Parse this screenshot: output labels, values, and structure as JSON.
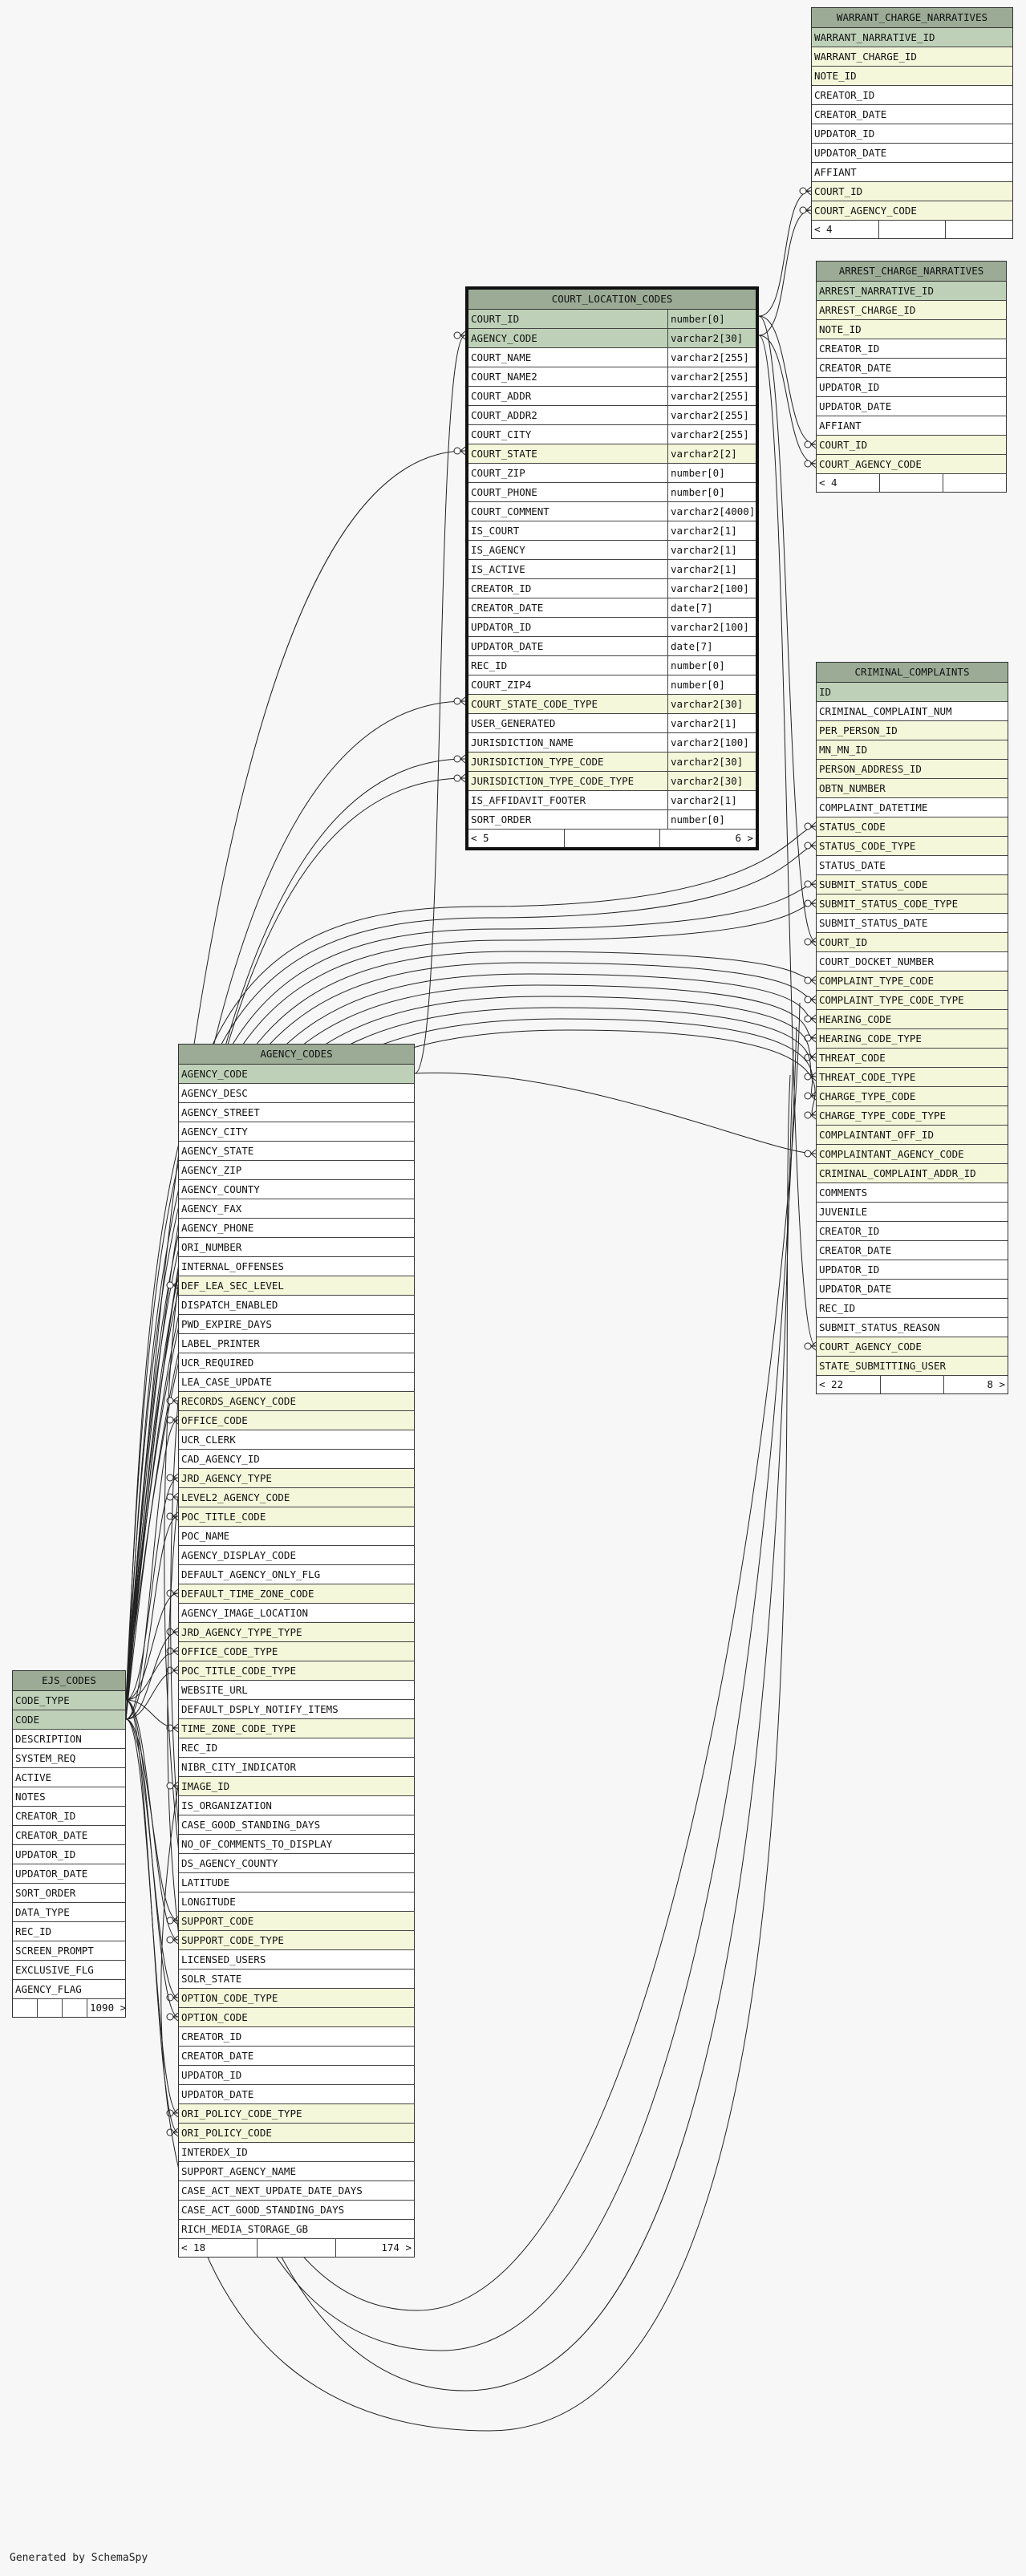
{
  "tables": {
    "warrant": {
      "name": "WARRANT_CHARGE_NARRATIVES",
      "columns": [
        {
          "name": "WARRANT_NARRATIVE_ID",
          "kind": "pk"
        },
        {
          "name": "WARRANT_CHARGE_ID",
          "kind": "fk"
        },
        {
          "name": "NOTE_ID",
          "kind": "fk"
        },
        {
          "name": "CREATOR_ID",
          "kind": ""
        },
        {
          "name": "CREATOR_DATE",
          "kind": ""
        },
        {
          "name": "UPDATOR_ID",
          "kind": ""
        },
        {
          "name": "UPDATOR_DATE",
          "kind": ""
        },
        {
          "name": "AFFIANT",
          "kind": ""
        },
        {
          "name": "COURT_ID",
          "kind": "fk"
        },
        {
          "name": "COURT_AGENCY_CODE",
          "kind": "fk"
        }
      ],
      "footer": [
        "< 4",
        "",
        ""
      ]
    },
    "arrest": {
      "name": "ARREST_CHARGE_NARRATIVES",
      "columns": [
        {
          "name": "ARREST_NARRATIVE_ID",
          "kind": "pk"
        },
        {
          "name": "ARREST_CHARGE_ID",
          "kind": "fk"
        },
        {
          "name": "NOTE_ID",
          "kind": "fk"
        },
        {
          "name": "CREATOR_ID",
          "kind": ""
        },
        {
          "name": "CREATOR_DATE",
          "kind": ""
        },
        {
          "name": "UPDATOR_ID",
          "kind": ""
        },
        {
          "name": "UPDATOR_DATE",
          "kind": ""
        },
        {
          "name": "AFFIANT",
          "kind": ""
        },
        {
          "name": "COURT_ID",
          "kind": "fk"
        },
        {
          "name": "COURT_AGENCY_CODE",
          "kind": "fk"
        }
      ],
      "footer": [
        "< 4",
        "",
        ""
      ]
    },
    "court": {
      "name": "COURT_LOCATION_CODES",
      "columns": [
        {
          "name": "COURT_ID",
          "type": "number[0]",
          "kind": "pk"
        },
        {
          "name": "AGENCY_CODE",
          "type": "varchar2[30]",
          "kind": "pk"
        },
        {
          "name": "COURT_NAME",
          "type": "varchar2[255]",
          "kind": ""
        },
        {
          "name": "COURT_NAME2",
          "type": "varchar2[255]",
          "kind": ""
        },
        {
          "name": "COURT_ADDR",
          "type": "varchar2[255]",
          "kind": ""
        },
        {
          "name": "COURT_ADDR2",
          "type": "varchar2[255]",
          "kind": ""
        },
        {
          "name": "COURT_CITY",
          "type": "varchar2[255]",
          "kind": ""
        },
        {
          "name": "COURT_STATE",
          "type": "varchar2[2]",
          "kind": "fk"
        },
        {
          "name": "COURT_ZIP",
          "type": "number[0]",
          "kind": ""
        },
        {
          "name": "COURT_PHONE",
          "type": "number[0]",
          "kind": ""
        },
        {
          "name": "COURT_COMMENT",
          "type": "varchar2[4000]",
          "kind": ""
        },
        {
          "name": "IS_COURT",
          "type": "varchar2[1]",
          "kind": ""
        },
        {
          "name": "IS_AGENCY",
          "type": "varchar2[1]",
          "kind": ""
        },
        {
          "name": "IS_ACTIVE",
          "type": "varchar2[1]",
          "kind": ""
        },
        {
          "name": "CREATOR_ID",
          "type": "varchar2[100]",
          "kind": ""
        },
        {
          "name": "CREATOR_DATE",
          "type": "date[7]",
          "kind": ""
        },
        {
          "name": "UPDATOR_ID",
          "type": "varchar2[100]",
          "kind": ""
        },
        {
          "name": "UPDATOR_DATE",
          "type": "date[7]",
          "kind": ""
        },
        {
          "name": "REC_ID",
          "type": "number[0]",
          "kind": ""
        },
        {
          "name": "COURT_ZIP4",
          "type": "number[0]",
          "kind": ""
        },
        {
          "name": "COURT_STATE_CODE_TYPE",
          "type": "varchar2[30]",
          "kind": "fk"
        },
        {
          "name": "USER_GENERATED",
          "type": "varchar2[1]",
          "kind": ""
        },
        {
          "name": "JURISDICTION_NAME",
          "type": "varchar2[100]",
          "kind": ""
        },
        {
          "name": "JURISDICTION_TYPE_CODE",
          "type": "varchar2[30]",
          "kind": "fk"
        },
        {
          "name": "JURISDICTION_TYPE_CODE_TYPE",
          "type": "varchar2[30]",
          "kind": "fk"
        },
        {
          "name": "IS_AFFIDAVIT_FOOTER",
          "type": "varchar2[1]",
          "kind": ""
        },
        {
          "name": "SORT_ORDER",
          "type": "number[0]",
          "kind": ""
        }
      ],
      "footer": [
        "< 5",
        "",
        "6 >"
      ]
    },
    "criminal": {
      "name": "CRIMINAL_COMPLAINTS",
      "columns": [
        {
          "name": "ID",
          "kind": "pk"
        },
        {
          "name": "CRIMINAL_COMPLAINT_NUM",
          "kind": ""
        },
        {
          "name": "PER_PERSON_ID",
          "kind": "fk"
        },
        {
          "name": "MN_MN_ID",
          "kind": "fk"
        },
        {
          "name": "PERSON_ADDRESS_ID",
          "kind": "fk"
        },
        {
          "name": "OBTN_NUMBER",
          "kind": "fk"
        },
        {
          "name": "COMPLAINT_DATETIME",
          "kind": ""
        },
        {
          "name": "STATUS_CODE",
          "kind": "fk"
        },
        {
          "name": "STATUS_CODE_TYPE",
          "kind": "fk"
        },
        {
          "name": "STATUS_DATE",
          "kind": ""
        },
        {
          "name": "SUBMIT_STATUS_CODE",
          "kind": "fk"
        },
        {
          "name": "SUBMIT_STATUS_CODE_TYPE",
          "kind": "fk"
        },
        {
          "name": "SUBMIT_STATUS_DATE",
          "kind": ""
        },
        {
          "name": "COURT_ID",
          "kind": "fk"
        },
        {
          "name": "COURT_DOCKET_NUMBER",
          "kind": ""
        },
        {
          "name": "COMPLAINT_TYPE_CODE",
          "kind": "fk"
        },
        {
          "name": "COMPLAINT_TYPE_CODE_TYPE",
          "kind": "fk"
        },
        {
          "name": "HEARING_CODE",
          "kind": "fk"
        },
        {
          "name": "HEARING_CODE_TYPE",
          "kind": "fk"
        },
        {
          "name": "THREAT_CODE",
          "kind": "fk"
        },
        {
          "name": "THREAT_CODE_TYPE",
          "kind": "fk"
        },
        {
          "name": "CHARGE_TYPE_CODE",
          "kind": "fk"
        },
        {
          "name": "CHARGE_TYPE_CODE_TYPE",
          "kind": "fk"
        },
        {
          "name": "COMPLAINTANT_OFF_ID",
          "kind": "fk"
        },
        {
          "name": "COMPLAINTANT_AGENCY_CODE",
          "kind": "fk"
        },
        {
          "name": "CRIMINAL_COMPLAINT_ADDR_ID",
          "kind": "fk"
        },
        {
          "name": "COMMENTS",
          "kind": ""
        },
        {
          "name": "JUVENILE",
          "kind": ""
        },
        {
          "name": "CREATOR_ID",
          "kind": ""
        },
        {
          "name": "CREATOR_DATE",
          "kind": ""
        },
        {
          "name": "UPDATOR_ID",
          "kind": ""
        },
        {
          "name": "UPDATOR_DATE",
          "kind": ""
        },
        {
          "name": "REC_ID",
          "kind": ""
        },
        {
          "name": "SUBMIT_STATUS_REASON",
          "kind": ""
        },
        {
          "name": "COURT_AGENCY_CODE",
          "kind": "fk"
        },
        {
          "name": "STATE_SUBMITTING_USER",
          "kind": "fk"
        }
      ],
      "footer": [
        "< 22",
        "",
        "8 >"
      ]
    },
    "agency": {
      "name": "AGENCY_CODES",
      "columns": [
        {
          "name": "AGENCY_CODE",
          "kind": "pk"
        },
        {
          "name": "AGENCY_DESC",
          "kind": ""
        },
        {
          "name": "AGENCY_STREET",
          "kind": ""
        },
        {
          "name": "AGENCY_CITY",
          "kind": ""
        },
        {
          "name": "AGENCY_STATE",
          "kind": ""
        },
        {
          "name": "AGENCY_ZIP",
          "kind": ""
        },
        {
          "name": "AGENCY_COUNTY",
          "kind": ""
        },
        {
          "name": "AGENCY_FAX",
          "kind": ""
        },
        {
          "name": "AGENCY_PHONE",
          "kind": ""
        },
        {
          "name": "ORI_NUMBER",
          "kind": ""
        },
        {
          "name": "INTERNAL_OFFENSES",
          "kind": ""
        },
        {
          "name": "DEF_LEA_SEC_LEVEL",
          "kind": "fk"
        },
        {
          "name": "DISPATCH_ENABLED",
          "kind": ""
        },
        {
          "name": "PWD_EXPIRE_DAYS",
          "kind": ""
        },
        {
          "name": "LABEL_PRINTER",
          "kind": ""
        },
        {
          "name": "UCR_REQUIRED",
          "kind": ""
        },
        {
          "name": "LEA_CASE_UPDATE",
          "kind": ""
        },
        {
          "name": "RECORDS_AGENCY_CODE",
          "kind": "fk"
        },
        {
          "name": "OFFICE_CODE",
          "kind": "fk"
        },
        {
          "name": "UCR_CLERK",
          "kind": ""
        },
        {
          "name": "CAD_AGENCY_ID",
          "kind": ""
        },
        {
          "name": "JRD_AGENCY_TYPE",
          "kind": "fk"
        },
        {
          "name": "LEVEL2_AGENCY_CODE",
          "kind": "fk"
        },
        {
          "name": "POC_TITLE_CODE",
          "kind": "fk"
        },
        {
          "name": "POC_NAME",
          "kind": ""
        },
        {
          "name": "AGENCY_DISPLAY_CODE",
          "kind": ""
        },
        {
          "name": "DEFAULT_AGENCY_ONLY_FLG",
          "kind": ""
        },
        {
          "name": "DEFAULT_TIME_ZONE_CODE",
          "kind": "fk"
        },
        {
          "name": "AGENCY_IMAGE_LOCATION",
          "kind": ""
        },
        {
          "name": "JRD_AGENCY_TYPE_TYPE",
          "kind": "fk"
        },
        {
          "name": "OFFICE_CODE_TYPE",
          "kind": "fk"
        },
        {
          "name": "POC_TITLE_CODE_TYPE",
          "kind": "fk"
        },
        {
          "name": "WEBSITE_URL",
          "kind": ""
        },
        {
          "name": "DEFAULT_DSPLY_NOTIFY_ITEMS",
          "kind": ""
        },
        {
          "name": "TIME_ZONE_CODE_TYPE",
          "kind": "fk"
        },
        {
          "name": "REC_ID",
          "kind": ""
        },
        {
          "name": "NIBR_CITY_INDICATOR",
          "kind": ""
        },
        {
          "name": "IMAGE_ID",
          "kind": "fk"
        },
        {
          "name": "IS_ORGANIZATION",
          "kind": ""
        },
        {
          "name": "CASE_GOOD_STANDING_DAYS",
          "kind": ""
        },
        {
          "name": "NO_OF_COMMENTS_TO_DISPLAY",
          "kind": ""
        },
        {
          "name": "DS_AGENCY_COUNTY",
          "kind": ""
        },
        {
          "name": "LATITUDE",
          "kind": ""
        },
        {
          "name": "LONGITUDE",
          "kind": ""
        },
        {
          "name": "SUPPORT_CODE",
          "kind": "fk"
        },
        {
          "name": "SUPPORT_CODE_TYPE",
          "kind": "fk"
        },
        {
          "name": "LICENSED_USERS",
          "kind": ""
        },
        {
          "name": "SOLR_STATE",
          "kind": ""
        },
        {
          "name": "OPTION_CODE_TYPE",
          "kind": "fk"
        },
        {
          "name": "OPTION_CODE",
          "kind": "fk"
        },
        {
          "name": "CREATOR_ID",
          "kind": ""
        },
        {
          "name": "CREATOR_DATE",
          "kind": ""
        },
        {
          "name": "UPDATOR_ID",
          "kind": ""
        },
        {
          "name": "UPDATOR_DATE",
          "kind": ""
        },
        {
          "name": "ORI_POLICY_CODE_TYPE",
          "kind": "fk"
        },
        {
          "name": "ORI_POLICY_CODE",
          "kind": "fk"
        },
        {
          "name": "INTERDEX_ID",
          "kind": ""
        },
        {
          "name": "SUPPORT_AGENCY_NAME",
          "kind": ""
        },
        {
          "name": "CASE_ACT_NEXT_UPDATE_DATE_DAYS",
          "kind": ""
        },
        {
          "name": "CASE_ACT_GOOD_STANDING_DAYS",
          "kind": ""
        },
        {
          "name": "RICH_MEDIA_STORAGE_GB",
          "kind": ""
        }
      ],
      "footer": [
        "< 18",
        "",
        "174 >"
      ]
    },
    "ejs": {
      "name": "EJS_CODES",
      "columns": [
        {
          "name": "CODE_TYPE",
          "kind": "pk"
        },
        {
          "name": "CODE",
          "kind": "pk"
        },
        {
          "name": "DESCRIPTION",
          "kind": ""
        },
        {
          "name": "SYSTEM_REQ",
          "kind": ""
        },
        {
          "name": "ACTIVE",
          "kind": ""
        },
        {
          "name": "NOTES",
          "kind": ""
        },
        {
          "name": "CREATOR_ID",
          "kind": ""
        },
        {
          "name": "CREATOR_DATE",
          "kind": ""
        },
        {
          "name": "UPDATOR_ID",
          "kind": ""
        },
        {
          "name": "UPDATOR_DATE",
          "kind": ""
        },
        {
          "name": "SORT_ORDER",
          "kind": ""
        },
        {
          "name": "DATA_TYPE",
          "kind": ""
        },
        {
          "name": "REC_ID",
          "kind": ""
        },
        {
          "name": "SCREEN_PROMPT",
          "kind": ""
        },
        {
          "name": "EXCLUSIVE_FLG",
          "kind": ""
        },
        {
          "name": "AGENCY_FLAG",
          "kind": ""
        }
      ],
      "footer": [
        "",
        "",
        "",
        "1090 >"
      ]
    }
  },
  "footer_note": "Generated by SchemaSpy",
  "colors": {
    "header": "#9bab96",
    "pk_row": "#bed1b8",
    "fk_row": "#f4f7da",
    "line": "#222222",
    "background": "#f7f7f7"
  }
}
